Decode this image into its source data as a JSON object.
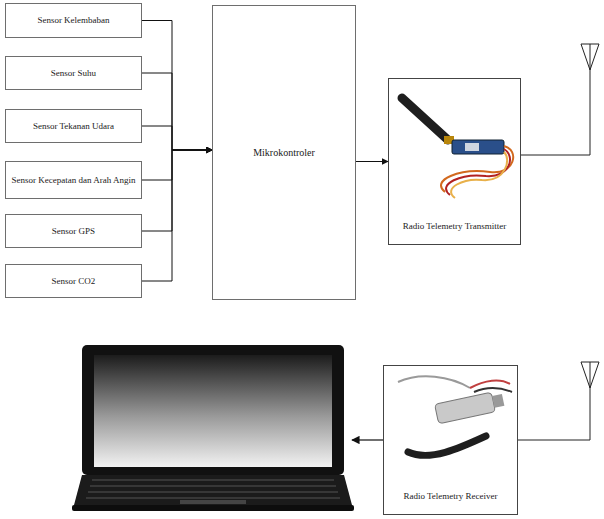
{
  "diagram": {
    "nodes": [
      {
        "text": [
          "Sensor Kelembaban"
        ]
      },
      {
        "text": [
          "Sensor Suhu"
        ]
      },
      {
        "text": [
          "Sensor Tekanan Udara"
        ]
      },
      {
        "text": [
          "Sensor Kecepatan dan Arah Angin"
        ]
      },
      {
        "text": [
          "Sensor GPS"
        ]
      },
      {
        "text": [
          "Sensor CO2"
        ]
      },
      {
        "text": [
          "Mikrokontroler"
        ]
      },
      {
        "text": [
          "Radio Telemetry Transmitter"
        ]
      },
      {
        "text": [
          "Radio Telemetry Receiver"
        ]
      }
    ],
    "edges": [
      {
        "from": 0,
        "to": 6,
        "arrow": "to"
      },
      {
        "from": 1,
        "to": 6,
        "arrow": "to"
      },
      {
        "from": 2,
        "to": 6,
        "arrow": "to"
      },
      {
        "from": 3,
        "to": 6,
        "arrow": "to"
      },
      {
        "from": 4,
        "to": 6,
        "arrow": "to"
      },
      {
        "from": 5,
        "to": 6,
        "arrow": "to"
      },
      {
        "from": 6,
        "to": 7,
        "arrow": "to"
      }
    ]
  }
}
